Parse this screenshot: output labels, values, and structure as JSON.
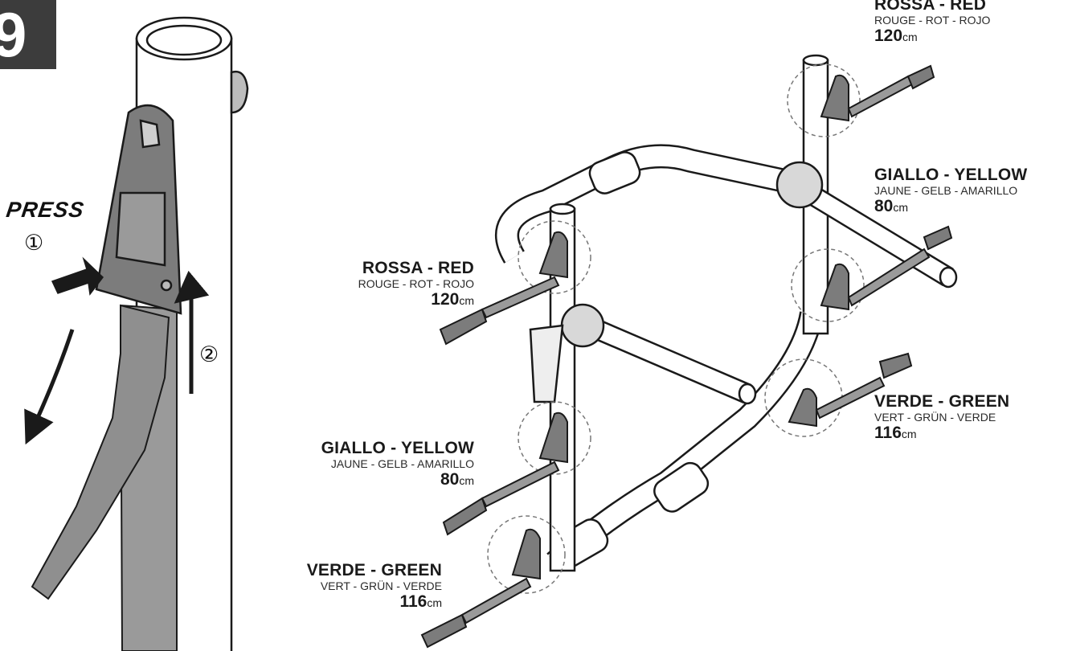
{
  "step": "9",
  "press_text": "PRESS",
  "press_step_1": "①",
  "press_step_2": "②",
  "labels": [
    {
      "id": "top-right-red",
      "title": "ROSSA - RED",
      "subtitle": "ROUGE - ROT - ROJO",
      "length": "120",
      "unit": "cm"
    },
    {
      "id": "right-yellow",
      "title": "GIALLO - YELLOW",
      "subtitle": "JAUNE - GELB - AMARILLO",
      "length": "80",
      "unit": "cm"
    },
    {
      "id": "right-green",
      "title": "VERDE - GREEN",
      "subtitle": "VERT - GRÜN - VERDE",
      "length": "116",
      "unit": "cm"
    },
    {
      "id": "left-red",
      "title": "ROSSA - RED",
      "subtitle": "ROUGE - ROT - ROJO",
      "length": "120",
      "unit": "cm"
    },
    {
      "id": "left-yellow",
      "title": "GIALLO - YELLOW",
      "subtitle": "JAUNE - GELB - AMARILLO",
      "length": "80",
      "unit": "cm"
    },
    {
      "id": "left-green",
      "title": "VERDE - GREEN",
      "subtitle": "VERT - GRÜN - VERDE",
      "length": "116",
      "unit": "cm"
    }
  ],
  "colors": {
    "line": "#1a1a1a",
    "strap": "#9a9a9a",
    "buckle": "#7c7c7c",
    "badge": "#3c3c3c"
  }
}
